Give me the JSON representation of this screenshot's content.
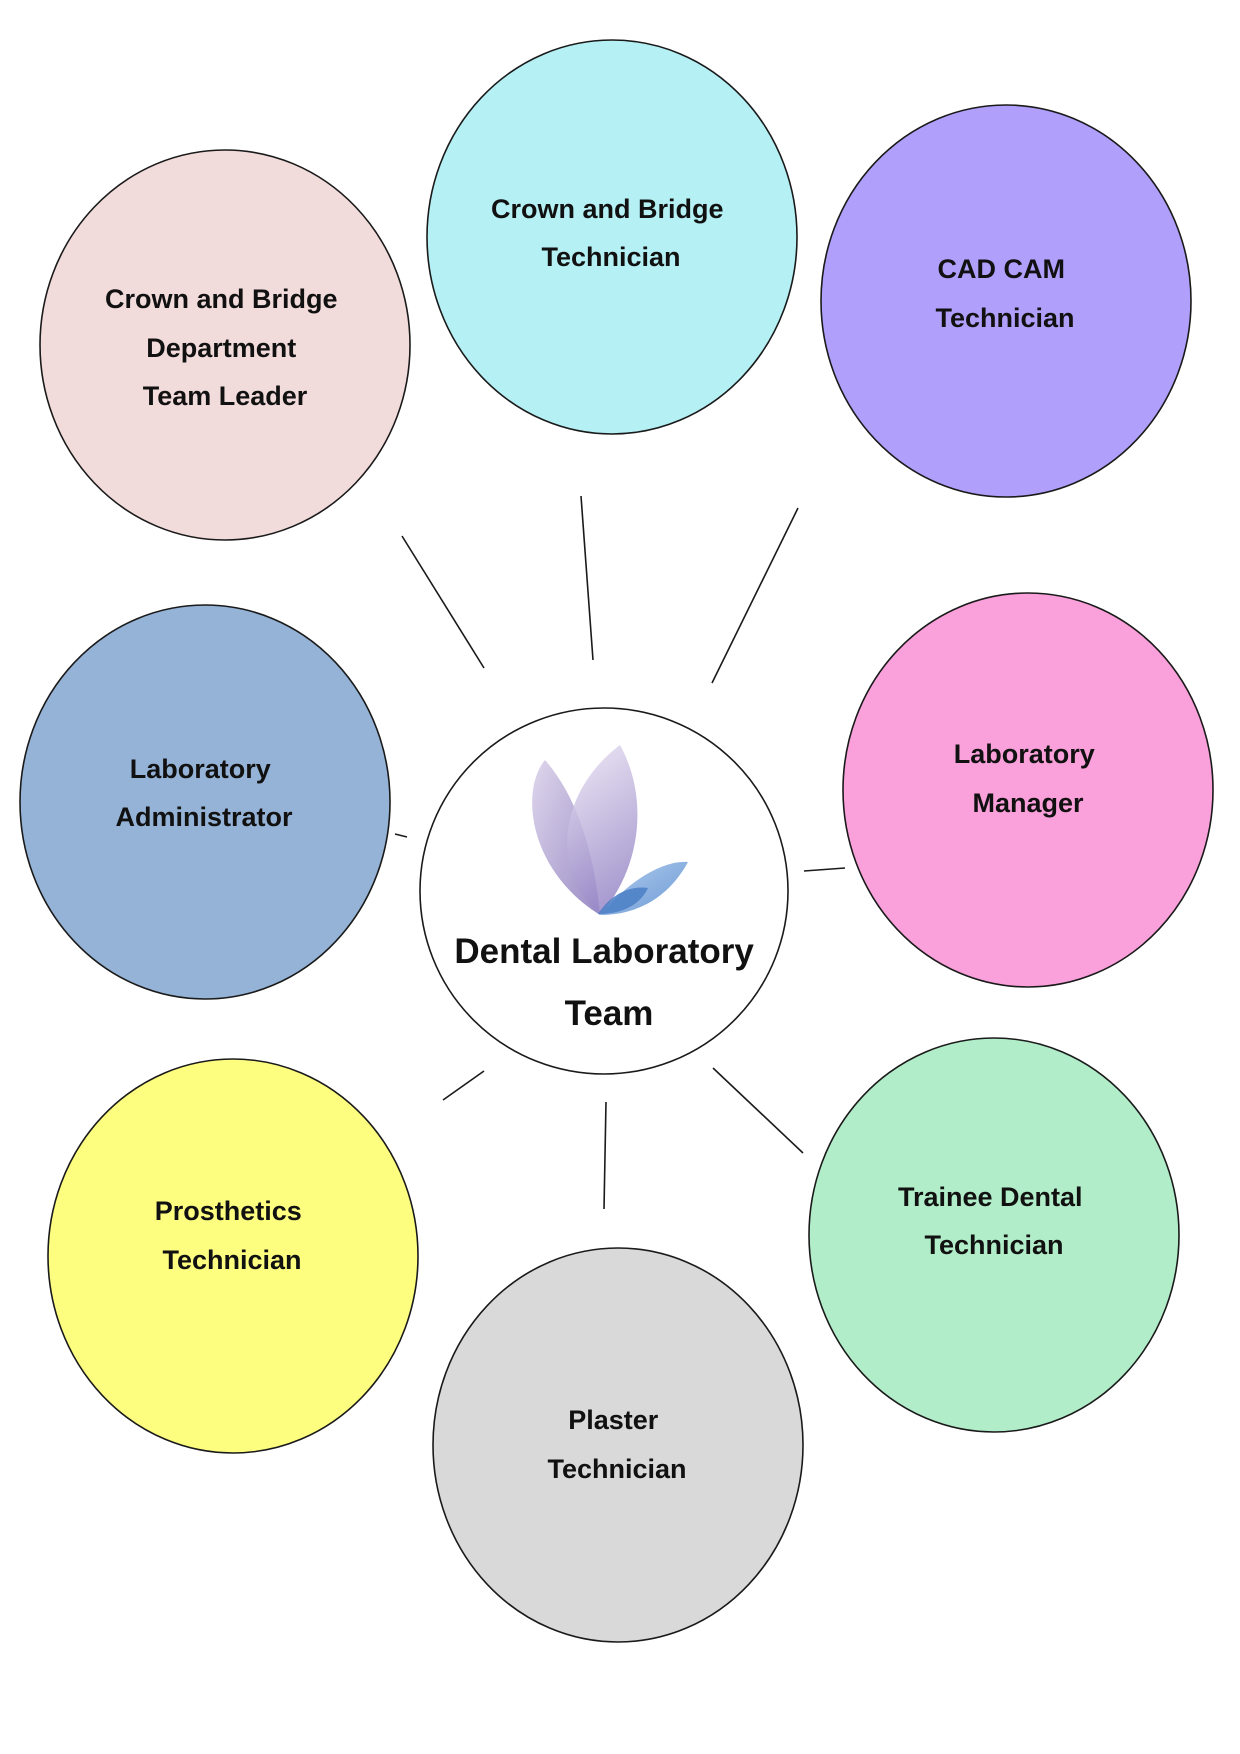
{
  "center": {
    "title_lines": [
      "Dental Laboratory",
      "Team"
    ],
    "logo": "butterfly-logo-icon"
  },
  "roles": [
    {
      "id": "crown-bridge-team-leader",
      "lines": [
        "Crown and Bridge",
        "Department",
        "Team Leader"
      ],
      "color": "#F2DCDB"
    },
    {
      "id": "crown-bridge-technician",
      "lines": [
        "Crown and Bridge",
        "Technician"
      ],
      "color": "#B4F0F4"
    },
    {
      "id": "cad-cam-technician",
      "lines": [
        "CAD CAM",
        "Technician"
      ],
      "color": "#B0A0FC"
    },
    {
      "id": "laboratory-administrator",
      "lines": [
        "Laboratory",
        "Administrator"
      ],
      "color": "#95B3D7"
    },
    {
      "id": "laboratory-manager",
      "lines": [
        "Laboratory",
        "Manager"
      ],
      "color": "#FAA0DA"
    },
    {
      "id": "prosthetics-technician",
      "lines": [
        "Prosthetics",
        "Technician"
      ],
      "color": "#FDFD80"
    },
    {
      "id": "plaster-technician",
      "lines": [
        "Plaster",
        "Technician"
      ],
      "color": "#D9D9D9"
    },
    {
      "id": "trainee-dental-technician",
      "lines": [
        "Trainee Dental",
        "Technician"
      ],
      "color": "#B1EDC9"
    }
  ]
}
